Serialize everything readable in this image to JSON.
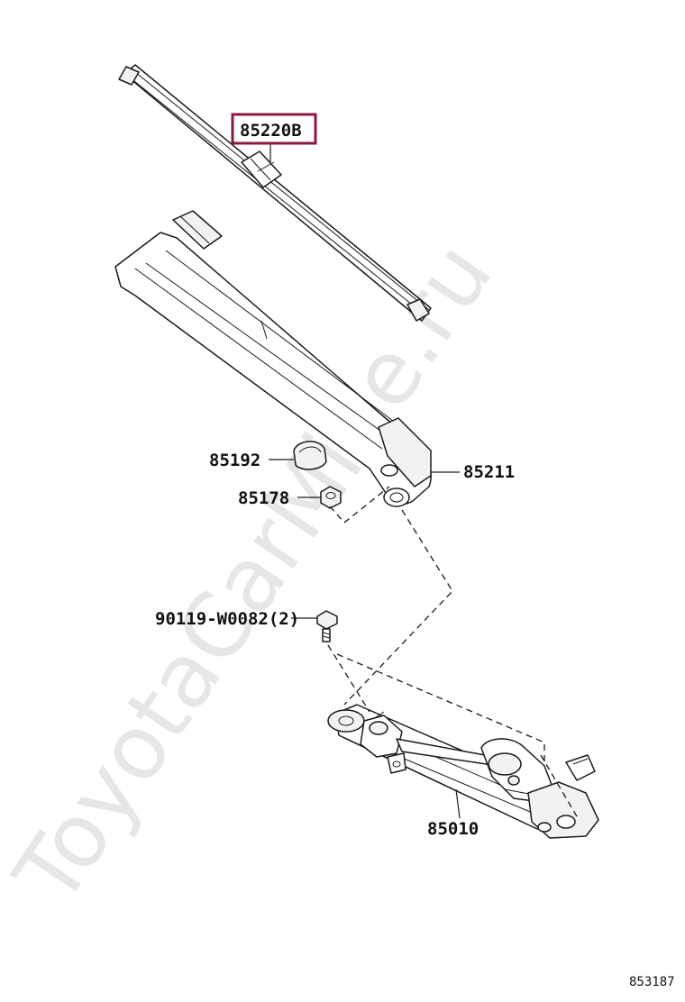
{
  "watermark": "ToyotaCarMine.ru",
  "highlight_color": "#8b1a3a",
  "parts": [
    {
      "number": "85220B",
      "highlighted": true
    },
    {
      "number": "85192",
      "highlighted": false
    },
    {
      "number": "85211",
      "highlighted": false
    },
    {
      "number": "85178",
      "highlighted": false
    },
    {
      "number": "90119-W0082(2)",
      "highlighted": false
    },
    {
      "number": "85010",
      "highlighted": false
    }
  ],
  "diagram_code": "853187"
}
